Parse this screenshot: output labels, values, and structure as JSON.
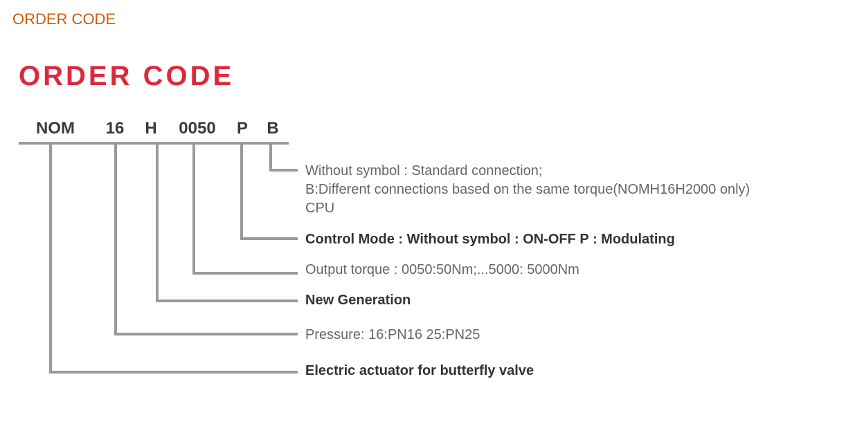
{
  "header": {
    "title": "ORDER CODE"
  },
  "figure": {
    "title": "ORDER CODE",
    "code_parts": [
      "NOM",
      "16",
      "H",
      "0050",
      "P",
      "B"
    ],
    "descriptions": [
      {
        "lines": [
          "Without symbol : Standard connection;",
          "B:Different connections based on the same torque(NOMH16H2000 only)",
          "CPU"
        ]
      },
      {
        "text": "Control Mode : Without symbol : ON-OFF P : Modulating"
      },
      {
        "text": "Output torque :  0050:50Nm;...5000: 5000Nm"
      },
      {
        "text": "New Generation"
      },
      {
        "text": "Pressure: 16:PN16 25:PN25"
      },
      {
        "text": "Electric actuator for butterfly valve"
      }
    ]
  },
  "colors": {
    "header": "#c85a10",
    "title": "#dc2a3c",
    "line": "#9a9a9a"
  }
}
